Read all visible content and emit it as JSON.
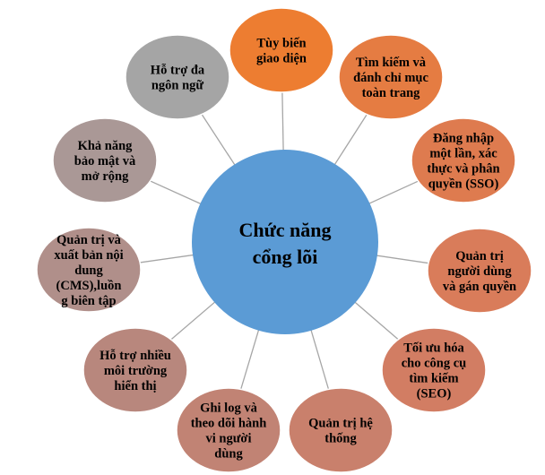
{
  "center": {
    "lines": [
      "Chức năng",
      "cổng lõi"
    ],
    "color": "#5B9BD5"
  },
  "connector_color": "#A6A6A6",
  "nodes": [
    {
      "id": "customize-ui",
      "lines": [
        "Tùy biến",
        "giao diện"
      ],
      "color": "#ED7D31"
    },
    {
      "id": "search-index",
      "lines": [
        "Tìm kiếm và",
        "đánh chỉ mục",
        "toàn trang"
      ],
      "color": "#E57C42"
    },
    {
      "id": "sso",
      "lines": [
        "Đăng nhập",
        "một lần, xác",
        "thực và phân",
        "quyền (SSO)"
      ],
      "color": "#DE7B4F"
    },
    {
      "id": "user-admin",
      "lines": [
        "Quản trị",
        "người dùng",
        "và gán quyền"
      ],
      "color": "#D97C5A"
    },
    {
      "id": "seo",
      "lines": [
        "Tối ưu hóa",
        "cho công cụ",
        "tìm kiếm",
        "(SEO)"
      ],
      "color": "#D27D63"
    },
    {
      "id": "system-admin",
      "lines": [
        "Quản trị hệ",
        "thống"
      ],
      "color": "#C9806C"
    },
    {
      "id": "logging",
      "lines": [
        "Ghi log và",
        "theo dõi hành",
        "vi người",
        "dùng"
      ],
      "color": "#C18374"
    },
    {
      "id": "multi-env",
      "lines": [
        "Hỗ trợ nhiều",
        "môi trường",
        "hiển thị"
      ],
      "color": "#B8877D"
    },
    {
      "id": "cms",
      "lines": [
        "Quản trị và",
        "xuất bản nội",
        "dung",
        "(CMS),luồn",
        "g biên tập"
      ],
      "color": "#B08F8A"
    },
    {
      "id": "security",
      "lines": [
        "Khả năng",
        "bảo mật và",
        "mở rộng"
      ],
      "color": "#AA9896"
    },
    {
      "id": "multilang",
      "lines": [
        "Hỗ trợ đa",
        "ngôn ngữ"
      ],
      "color": "#A5A5A5"
    }
  ]
}
